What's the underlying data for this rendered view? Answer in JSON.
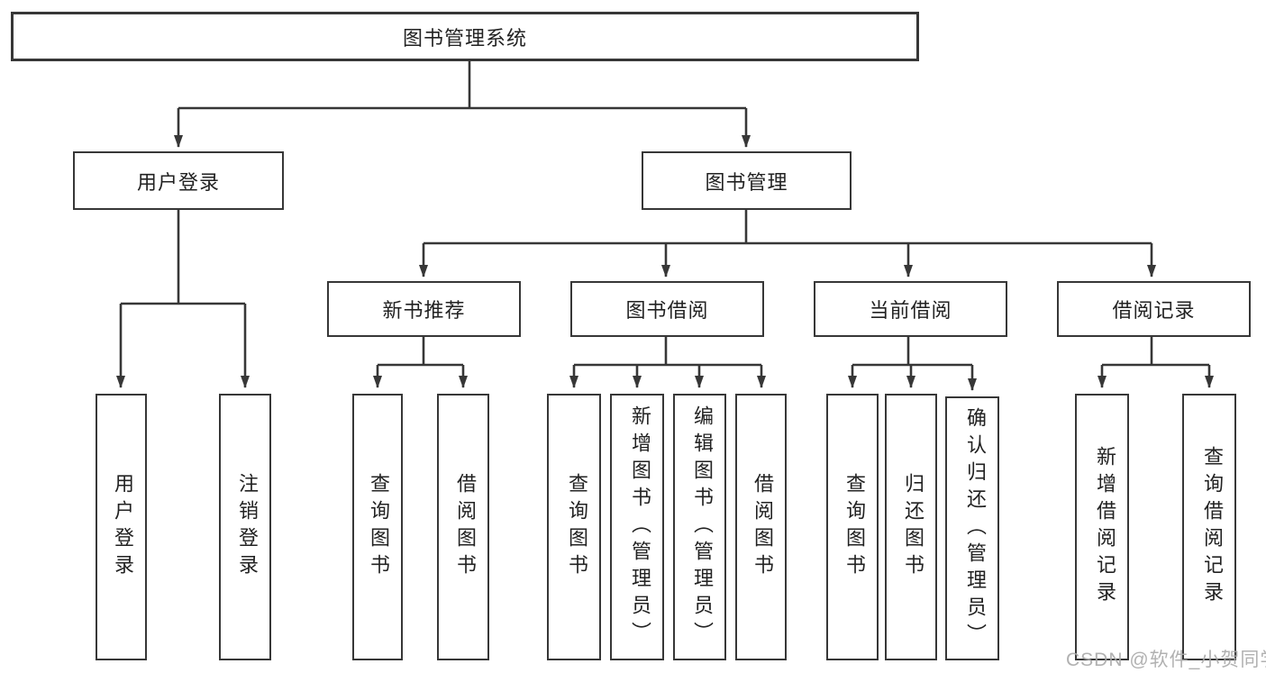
{
  "colors": {
    "line": "#373737",
    "box_border": "#373737",
    "text": "#222222",
    "watermark": "#a8a8a8",
    "background": "#ffffff"
  },
  "tree": {
    "root": {
      "label": "图书管理系统",
      "children": [
        {
          "label": "用户登录",
          "children": [
            {
              "label": "用户登录"
            },
            {
              "label": "注销登录"
            }
          ]
        },
        {
          "label": "图书管理",
          "children": [
            {
              "label": "新书推荐",
              "children": [
                {
                  "label": "查询图书"
                },
                {
                  "label": "借阅图书"
                }
              ]
            },
            {
              "label": "图书借阅",
              "children": [
                {
                  "label": "查询图书"
                },
                {
                  "label": "新增图书（管理员）"
                },
                {
                  "label": "编辑图书（管理员）"
                },
                {
                  "label": "借阅图书"
                }
              ]
            },
            {
              "label": "当前借阅",
              "children": [
                {
                  "label": "查询图书"
                },
                {
                  "label": "归还图书"
                },
                {
                  "label": "确认归还（管理员）"
                }
              ]
            },
            {
              "label": "借阅记录",
              "children": [
                {
                  "label": "新增借阅记录"
                },
                {
                  "label": "查询借阅记录"
                }
              ]
            }
          ]
        }
      ]
    }
  },
  "watermark": {
    "text": "CSDN @软件_小贺同学"
  }
}
